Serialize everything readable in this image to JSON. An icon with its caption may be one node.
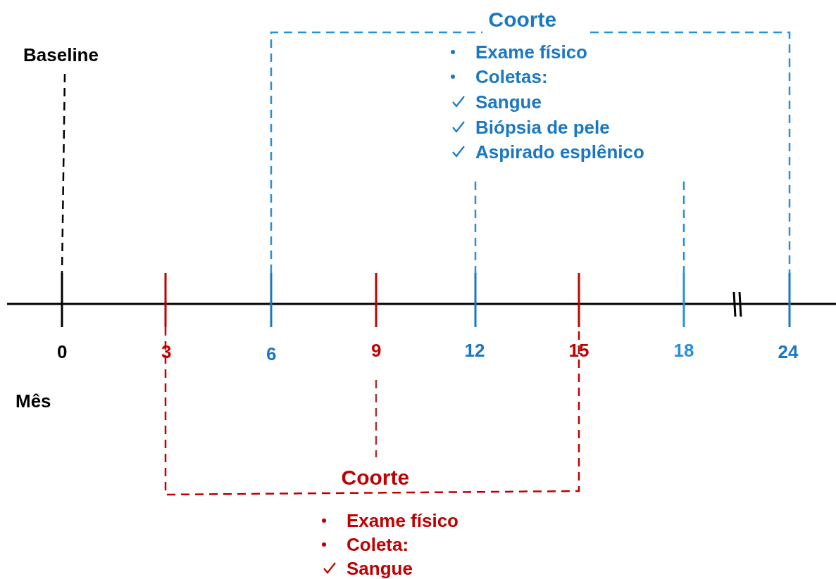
{
  "diagram": {
    "labels": [
      "Coorte",
      "Baseline",
      "Exame físico",
      "Coletas:",
      "Sangue",
      "Biópsia de pele",
      "Aspirado esplênico",
      "0",
      "3",
      "6",
      "9",
      "12",
      "15",
      "18",
      "24",
      "Mês",
      "Coorte",
      "Exame físico",
      "Coleta:",
      "Sangue"
    ]
  }
}
